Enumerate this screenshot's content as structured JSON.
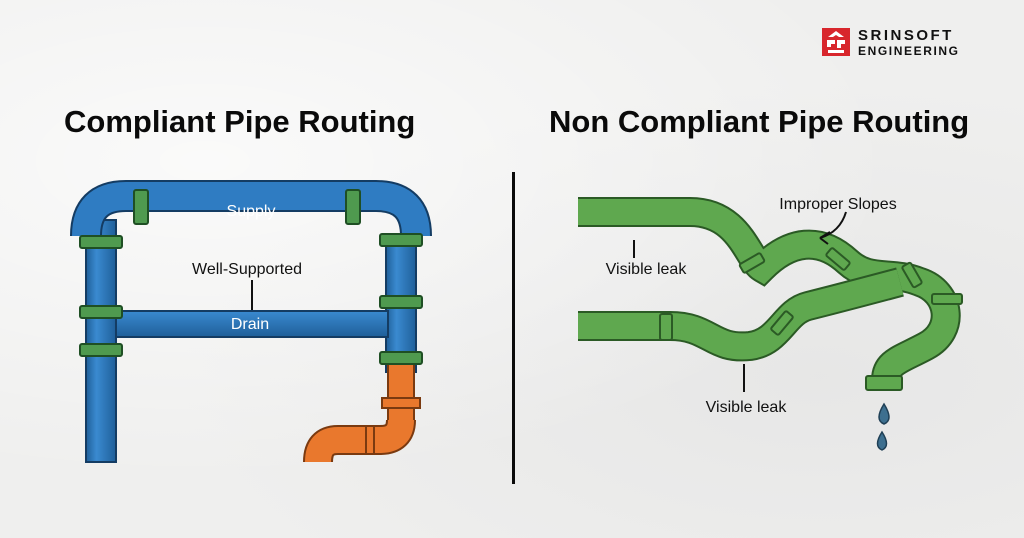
{
  "brand": {
    "line1": "SRINSOFT",
    "line2": "ENGINEERING"
  },
  "left": {
    "title": "Compliant Pipe Routing",
    "labels": {
      "supply": "Supply",
      "support": "Well-Supported",
      "drain": "Drain"
    }
  },
  "right": {
    "title": "Non Compliant Pipe Routing",
    "labels": {
      "leak_top": "Visible leak",
      "slopes": "Improper Slopes",
      "leak_bottom": "Visible leak"
    }
  },
  "colors": {
    "supply_pipe": "#2a74b8",
    "fitting_green": "#4f9a4f",
    "orange_pipe": "#e9782d",
    "bad_pipe": "#5fa84f",
    "logo_red": "#d8262c"
  }
}
